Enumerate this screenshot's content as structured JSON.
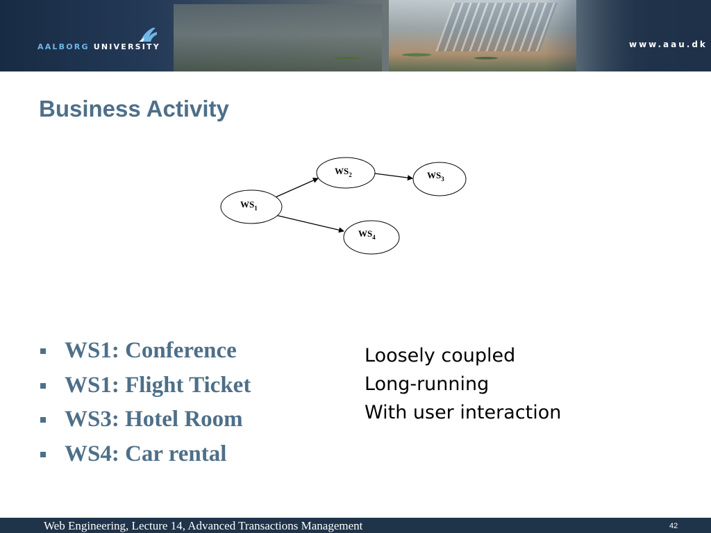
{
  "header": {
    "university_bold": "AALBORG",
    "university_name": "UNIVERSITY",
    "url": "www.aau.dk",
    "logo_icon": "aau-wave-logo-icon"
  },
  "title": "Business Activity",
  "diagram": {
    "nodes": [
      {
        "id": "ws1",
        "base": "WS",
        "sub": "1"
      },
      {
        "id": "ws2",
        "base": "WS",
        "sub": "2"
      },
      {
        "id": "ws3",
        "base": "WS",
        "sub": "3"
      },
      {
        "id": "ws4",
        "base": "WS",
        "sub": "4"
      }
    ],
    "edges": [
      {
        "from": "ws1",
        "to": "ws2"
      },
      {
        "from": "ws2",
        "to": "ws3"
      },
      {
        "from": "ws1",
        "to": "ws4"
      }
    ]
  },
  "bullets": [
    "WS1: Conference",
    "WS1: Flight Ticket",
    "WS3: Hotel Room",
    "WS4: Car rental"
  ],
  "properties": [
    "Loosely coupled",
    "Long-running",
    "With user interaction"
  ],
  "footer": {
    "text": "Web Engineering, Lecture 14, Advanced Transactions Management",
    "page_number": "42"
  },
  "colors": {
    "title": "#4e6f88",
    "banner": "#1f3349",
    "logo_light": "#6fb6e6"
  }
}
